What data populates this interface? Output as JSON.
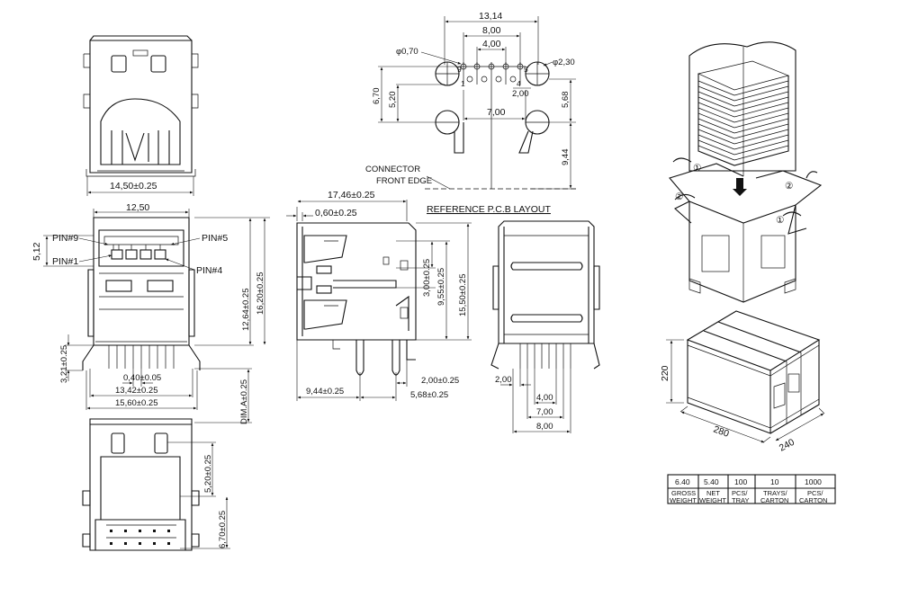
{
  "top_view": {
    "width_dim": "14,50±0.25"
  },
  "front_view": {
    "top_dim": "12,50",
    "side_dim": "5,12",
    "pin9": "PIN#9",
    "pin5": "PIN#5",
    "pin1": "PIN#1",
    "pin4": "PIN#4",
    "dim_321": "3,21±0.25",
    "dim_040": "0,40±0.05",
    "dim_1342": "13,42±0.25",
    "dim_1560": "15,60±0.25",
    "dim_1264": "12,64±0.25",
    "dim_1620": "16,20±0.25",
    "dim_a": "DIM.A±0.25"
  },
  "bottom_view": {
    "dim_520": "5,20±0.25",
    "dim_670": "6,70±0.25"
  },
  "pcb_layout": {
    "dim_1314": "13,14",
    "dim_800": "8,00",
    "dim_400": "4,00",
    "phi070": "φ0,70",
    "phi230": "φ2,30",
    "dim_670": "6,70",
    "dim_520": "5,20",
    "dim_200": "2,00",
    "dim_568": "5,68",
    "dim_700": "7,00",
    "dim_944": "9,44",
    "pin_9": "9",
    "pin_5": "5",
    "pin_1": "1",
    "pin_4": "4",
    "connector_label_1": "CONNECTOR",
    "connector_label_2": "FRONT EDGE",
    "reference_label": "REFERENCE P.C.B LAYOUT"
  },
  "side_view": {
    "dim_1746": "17,46±0.25",
    "dim_060": "0,60±0.25",
    "dim_300": "3,00±0.25",
    "dim_955": "9,55±0.25",
    "dim_1550": "15,50±0.25",
    "dim_200": "2,00±0.25",
    "dim_944": "9,44±0.25",
    "dim_568": "5,68±0.25"
  },
  "rear_view": {
    "dim_200": "2,00",
    "dim_400": "4,00",
    "dim_700": "7,00",
    "dim_800": "8,00"
  },
  "packaging": {
    "step1a": "①",
    "step1b": "①",
    "step2a": "②",
    "step2b": "②",
    "height": "220",
    "length": "280",
    "width": "240"
  },
  "pack_table": {
    "values": [
      "6.40",
      "5.40",
      "100",
      "10",
      "1000"
    ],
    "headers": [
      [
        "GROSS",
        "WEIGHT"
      ],
      [
        "NET",
        "WEIGHT"
      ],
      [
        "PCS/",
        "TRAY"
      ],
      [
        "TRAYS/",
        "CARTON"
      ],
      [
        "PCS/",
        "CARTON"
      ]
    ]
  }
}
